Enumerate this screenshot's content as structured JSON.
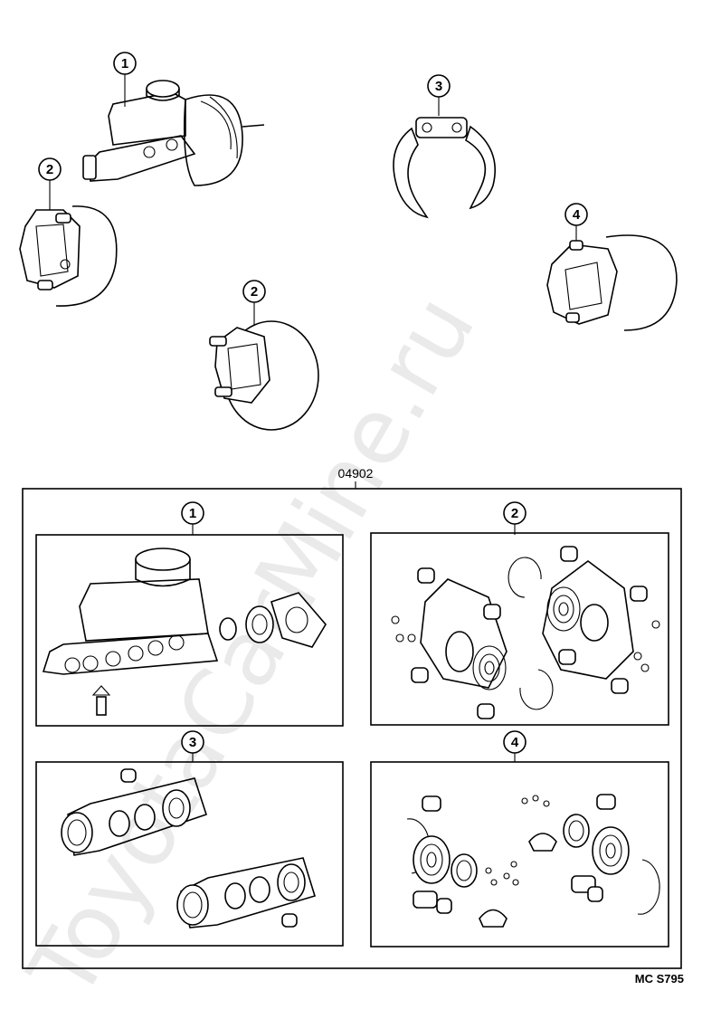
{
  "watermark": "ToyotaCarMine.ru",
  "kit_code": "04902",
  "drawing_ref": "MC S795",
  "callouts": {
    "master_cylinder": "1",
    "front_caliper_left": "2",
    "front_caliper_right": "2",
    "rear_wheel_cylinder": "3",
    "rear_caliper": "4"
  },
  "kits": {
    "kit1": "1",
    "kit2": "2",
    "kit3": "3",
    "kit4": "4"
  }
}
